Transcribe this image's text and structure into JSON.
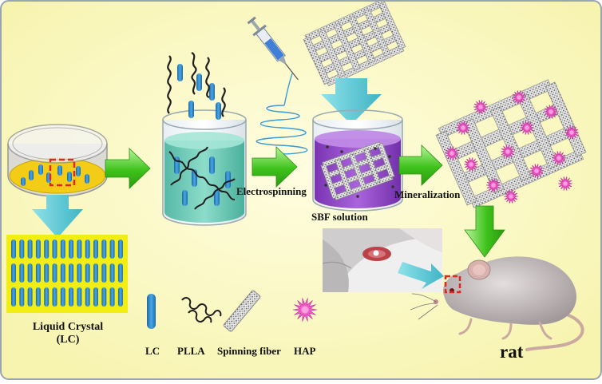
{
  "labels": {
    "electrospinning": "Electrospinning",
    "sbf_solution": "SBF solution",
    "mineralization": "Mineralization",
    "liquid_crystal_line1": "Liquid Crystal",
    "liquid_crystal_line2": "(LC)",
    "rat": "rat"
  },
  "legend": [
    {
      "key": "lc",
      "label": "LC"
    },
    {
      "key": "plla",
      "label": "PLLA"
    },
    {
      "key": "spinning_fiber",
      "label": "Spinning fiber"
    },
    {
      "key": "hap",
      "label": "HAP"
    }
  ],
  "colors": {
    "background": "#fbfbc4",
    "frame": "#9aa3b0",
    "lc_rod": "#2b86c8",
    "petri_liquid": "#f2cc16",
    "beaker1_liquid": "#6ccab8",
    "beaker2_liquid": "#8e46c4",
    "flow_arrow": "#3ec21b",
    "detail_arrow": "#63cad6",
    "hap_crystal": "#f05cc8",
    "lc_panel": "#f2ee14",
    "selection_box": "#e0261f"
  }
}
